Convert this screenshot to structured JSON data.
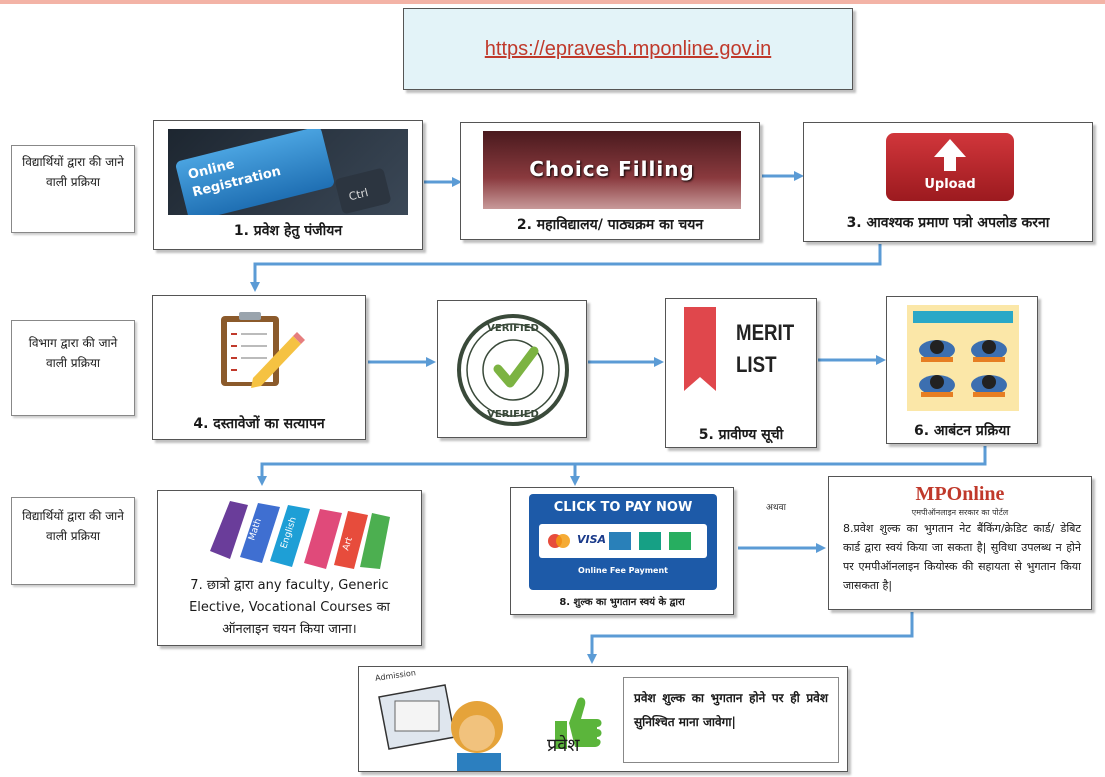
{
  "url": "https://epravesh.mponline.gov.in",
  "side_labels": {
    "students_1": "विद्यार्थियों द्वारा की जाने वाली प्रक्रिया",
    "department": "विभाग द्वारा की जाने वाली प्रक्रिया",
    "students_2": "विद्यार्थियों द्वारा की जाने वाली प्रक्रिया"
  },
  "steps": {
    "s1": "1. प्रवेश हेतु पंजीयन",
    "s2": "2. महाविद्यालय/ पाठ्यक्रम का चयन",
    "s3": "3. आवश्यक प्रमाण पत्रो अपलोड करना",
    "s4": "4. दस्तावेजों का सत्यापन",
    "s5": "5. प्रावीण्य सूची",
    "s6": "6. आबंटन प्रक्रिया",
    "s7": "7. छात्रो द्वारा any faculty, Generic Elective, Vocational Courses का ऑनलाइन चयन किया जाना।",
    "s8a": "8. शुल्क का भुगतान स्वयं के द्वारा",
    "s8b": "8.प्रवेश शुल्क का भुगतान नेट बैंकिंग/क्रेडिट कार्ड/ डेबिट कार्ड द्वारा स्वयं किया जा सकता है| सुविधा उपलब्ध न होने पर एमपीऑनलाइन कियोस्क की सहायता से भुगतान किया जासकता है|",
    "final": "प्रवेश शुल्क का भुगतान होने पर ही प्रवेश सुनिश्चित माना जावेगा|"
  },
  "or_label": "अथवा",
  "image_text": {
    "online": "Online",
    "registration": "Registration",
    "ctrl": "Ctrl",
    "choice_filling": "Choice Filling",
    "upload": "Upload",
    "verified_top": "VERIFIED",
    "verified_bottom": "VERIFIED",
    "merit": "MERIT",
    "list": "LIST",
    "click_to_pay": "CLICK TO PAY NOW",
    "visa": "VISA",
    "online_fee": "Online Fee Payment",
    "mponline": "MPOnline",
    "mponline_sub": "एमपीऑनलाइन सरकार का पोर्टल",
    "pravesh": "प्रवेश",
    "admission": "Admission",
    "books": [
      "Math",
      "English",
      "Art"
    ]
  },
  "colors": {
    "arrow": "#5b9bd5",
    "url": "#c0392b",
    "url_box": "#e3f3f8"
  }
}
